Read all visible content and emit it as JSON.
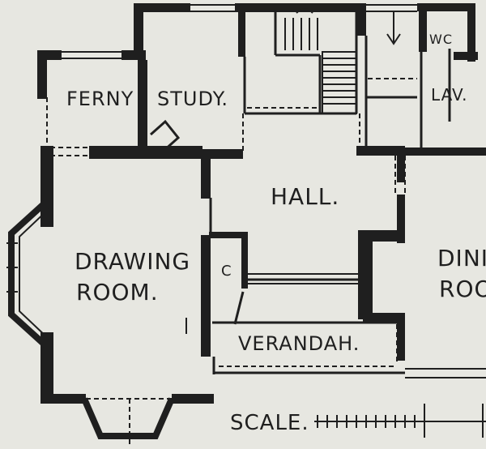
{
  "labels": {
    "ferny": "FERNY",
    "study": "STUDY.",
    "wc": "WC",
    "lav": "LAV.",
    "hall": "HALL.",
    "drawing_1": "DRAWING",
    "drawing_2": "ROOM.",
    "closet": "C",
    "dining_1": "DINI",
    "dining_2": "ROO",
    "verandah": "VERANDAH.",
    "scale": "SCALE."
  },
  "colors": {
    "ink": "#1f1f1f",
    "paper": "#e7e7e1"
  }
}
